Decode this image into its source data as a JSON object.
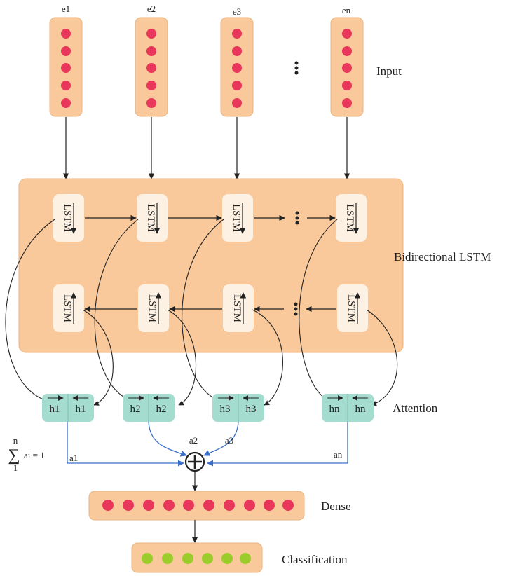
{
  "embeddings": [
    "e1",
    "e2",
    "e3",
    "en"
  ],
  "layers": {
    "input": "Input",
    "bilstm": "Bidirectional LSTM",
    "attention": "Attention",
    "dense": "Dense",
    "classification": "Classification"
  },
  "lstm_label": "LSTM",
  "hidden": [
    "h1",
    "h2",
    "h3",
    "hn"
  ],
  "weights": [
    "a1",
    "a2",
    "a3",
    "an"
  ],
  "sum": {
    "upper": "n",
    "lower": "1",
    "expr": "ai = 1"
  },
  "colors": {
    "block": "#f9c99b",
    "block_border": "#e7b481",
    "lstm_cell": "#fdf1e3",
    "dot_red": "#e8375a",
    "dot_green": "#9ccc2c",
    "hidden_cell": "#a5dcd0",
    "attention_arrow": "#3b6fc9"
  },
  "icons": [
    "ellipsis-icon",
    "sum-plus-icon"
  ]
}
